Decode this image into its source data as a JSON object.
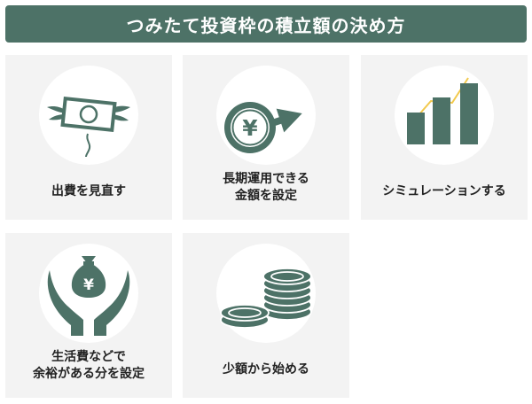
{
  "header": {
    "title": "つみたて投資枠の積立額の決め方"
  },
  "cards": [
    {
      "lines": [
        "出費を見直す"
      ],
      "icon": "money-with-wings-icon"
    },
    {
      "lines": [
        "長期運用できる",
        "金額を設定"
      ],
      "icon": "yen-coin-growth-arrow-icon"
    },
    {
      "lines": [
        "シミュレーションする"
      ],
      "icon": "bar-chart-rising-icon"
    },
    {
      "lines": [
        "生活費などで",
        "余裕がある分を設定"
      ],
      "icon": "hands-holding-money-bag-icon"
    },
    {
      "lines": [
        "少額から始める"
      ],
      "icon": "coin-stacks-icon"
    }
  ],
  "icons": {
    "coin_symbol": "¥",
    "bag_symbol": "¥"
  },
  "colors": {
    "primary": "#4d7267",
    "accent": "#f2c94c",
    "card_bg": "#f3f3f3"
  }
}
